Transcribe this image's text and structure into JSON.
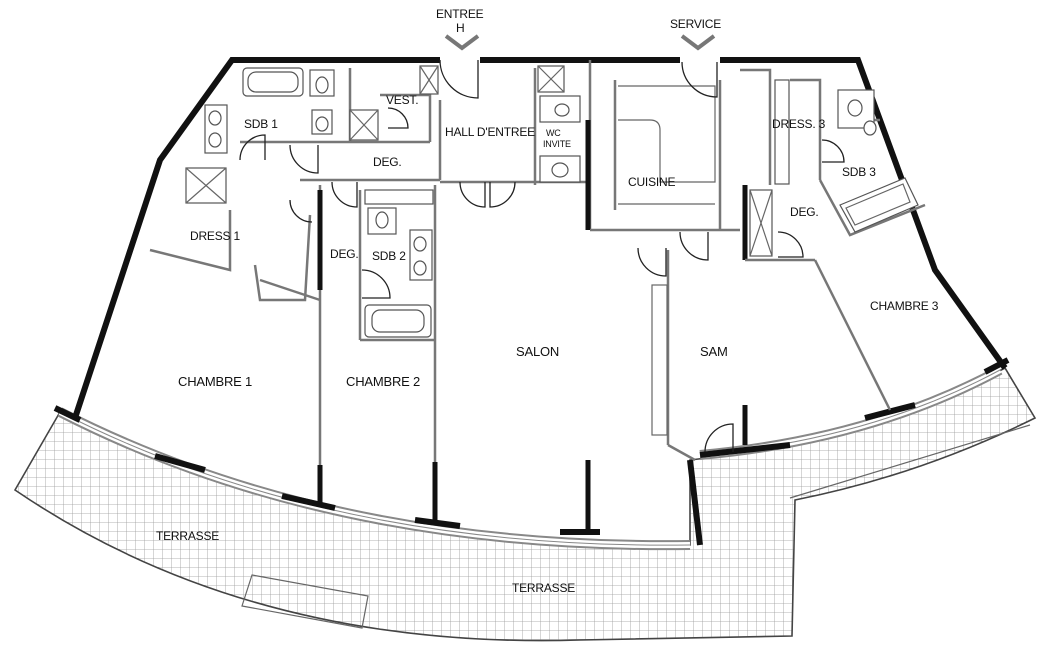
{
  "plan": {
    "entries": {
      "main": {
        "label": "ENTREE",
        "sub": "H"
      },
      "service": {
        "label": "SERVICE"
      }
    },
    "rooms": {
      "sdb1": "SDB 1",
      "vest": "VEST.",
      "hall": "HALL D'ENTREE",
      "wc_line1": "WC",
      "wc_line2": "INVITE",
      "deg_main": "DEG.",
      "cuisine": "CUISINE",
      "dress3": "DRESS. 3",
      "sdb3": "SDB 3",
      "deg3": "DEG.",
      "dress1": "DRESS 1",
      "deg2": "DEG.",
      "sdb2": "SDB 2",
      "chambre3": "CHAMBRE 3",
      "salon": "SALON",
      "sam": "SAM",
      "chambre1": "CHAMBRE 1",
      "chambre2": "CHAMBRE 2",
      "terrasse_left": "TERRASSE",
      "terrasse_bottom": "TERRASSE"
    },
    "colors": {
      "exterior_wall": "#111111",
      "interior_wall": "#777777",
      "terrace_grid": "#9a9a9a"
    }
  }
}
